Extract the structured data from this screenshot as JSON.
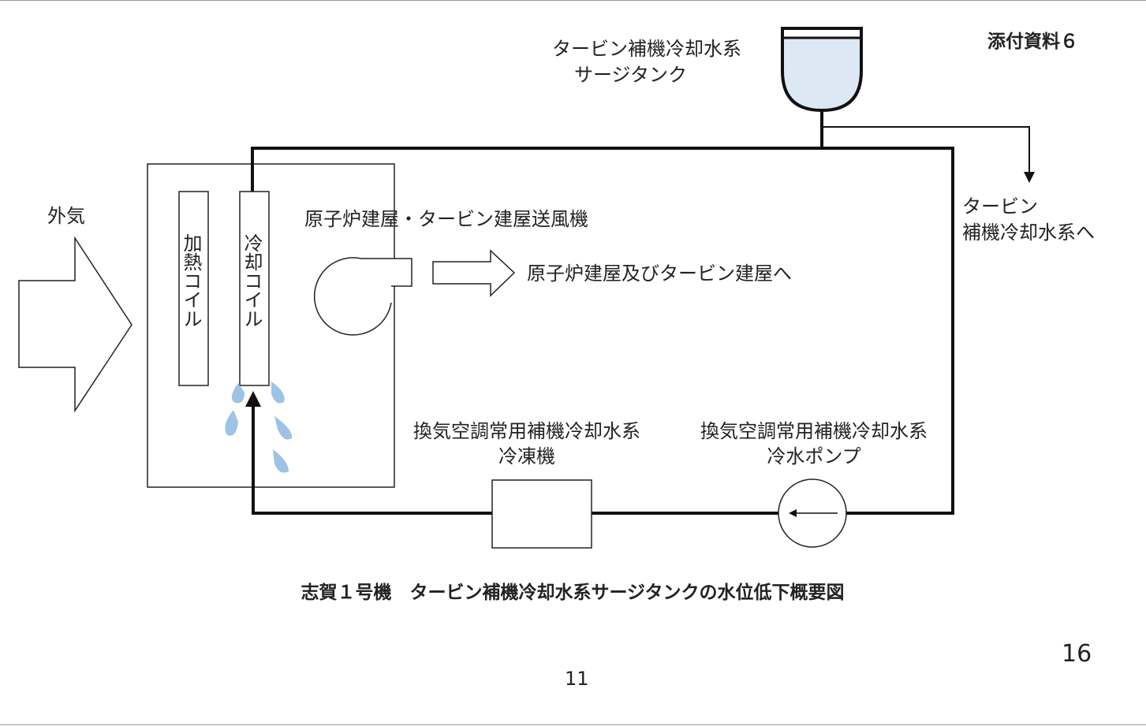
{
  "document": {
    "attachment_label": "添付資料６",
    "caption": "志賀１号機　タービン補機冷却水系サージタンクの水位低下概要図",
    "page_number_right": "16",
    "page_number_bottom": "11"
  },
  "diagram": {
    "surge_tank_label": [
      "タービン補機冷却水系",
      "サージタンク"
    ],
    "outside_air_label": "外気",
    "heating_coil_label": "加熱コイル",
    "cooling_coil_label": "冷却コイル",
    "fan_label": "原子炉建屋・タービン建屋送風機",
    "to_buildings_label": "原子炉建屋及びタービン建屋へ",
    "to_turbine_cooling_label": [
      "タービン",
      "補機冷却水系へ"
    ],
    "chiller_label": [
      "換気空調常用補機冷却水系",
      "冷凍機"
    ],
    "pump_label": [
      "換気空調常用補機冷却水系",
      "冷水ポンプ"
    ]
  },
  "colors": {
    "line": "#111111",
    "tank_water": "#dce9f5",
    "droplet": "#9dc3e6",
    "text": "#222222"
  }
}
